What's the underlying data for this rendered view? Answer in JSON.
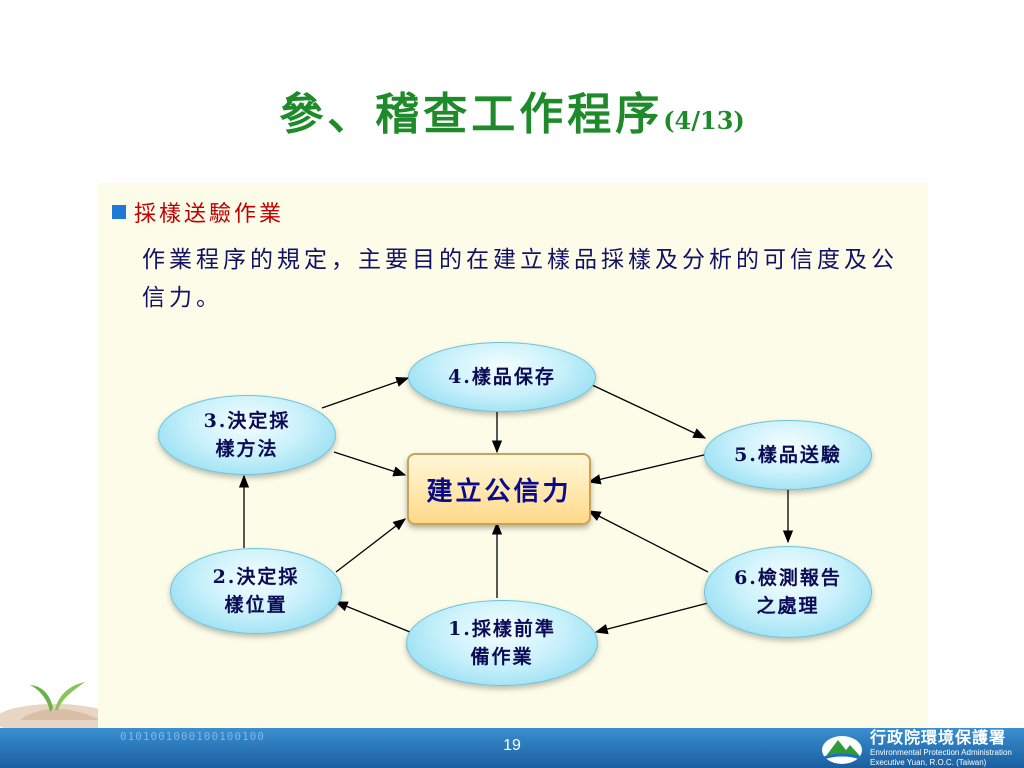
{
  "title": {
    "main": "參、稽查工作程序",
    "sub": "(4/13)"
  },
  "section": {
    "bullet": "採樣送驗作業",
    "description": "作業程序的規定，主要目的在建立樣品採樣及分析的可信度及公信力。"
  },
  "diagram": {
    "center": "建立公信力",
    "nodes": {
      "n1": [
        "1.採樣前準",
        "備作業"
      ],
      "n2": [
        "2.決定採",
        "樣位置"
      ],
      "n3": [
        "3.決定採",
        "樣方法"
      ],
      "n4": [
        "4.樣品保存"
      ],
      "n5": [
        "5.樣品送驗"
      ],
      "n6": [
        "6.檢測報告",
        "之處理"
      ]
    }
  },
  "footer": {
    "page": "19",
    "binary": "0101001000100100100",
    "org_zh": "行政院環境保護署",
    "org_en_1": "Environmental Protection Administration",
    "org_en_2": "Executive Yuan, R.O.C. (Taiwan)"
  },
  "colors": {
    "title": "#1f8a2a",
    "bullet_text": "#c00000",
    "body_text": "#111166",
    "footer": "#1a5fa0"
  }
}
